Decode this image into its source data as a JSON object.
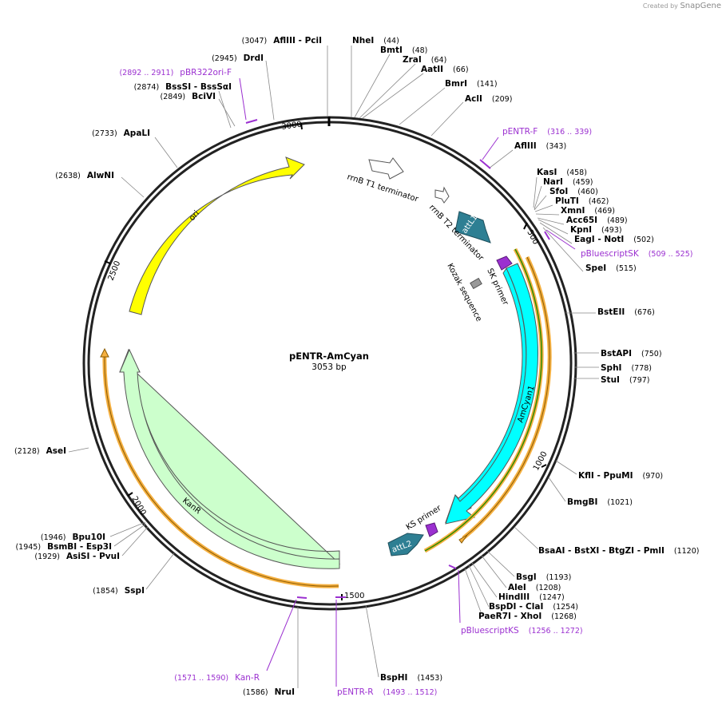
{
  "credit": {
    "prefix": "Created by",
    "brand": "SnapGene"
  },
  "plasmid": {
    "name": "pENTR-AmCyan",
    "size_label": "3053 bp",
    "length": 3053
  },
  "ticks": [
    {
      "pos": 500,
      "label": "500"
    },
    {
      "pos": 1000,
      "label": "1000"
    },
    {
      "pos": 1500,
      "label": "1500"
    },
    {
      "pos": 2000,
      "label": "2000"
    },
    {
      "pos": 2500,
      "label": "2500"
    },
    {
      "pos": 3000,
      "label": "3000"
    }
  ],
  "enzymes_right": [
    {
      "name": "NheI",
      "pos": "(44)"
    },
    {
      "name": "BmtI",
      "pos": "(48)"
    },
    {
      "name": "ZraI",
      "pos": "(64)"
    },
    {
      "name": "AatII",
      "pos": "(66)"
    },
    {
      "name": "BmrI",
      "pos": "(141)"
    },
    {
      "name": "AclI",
      "pos": "(209)"
    },
    {
      "name": "AflIII",
      "pos": "(343)"
    },
    {
      "name": "KasI",
      "pos": "(458)"
    },
    {
      "name": "NarI",
      "pos": "(459)"
    },
    {
      "name": "SfoI",
      "pos": "(460)"
    },
    {
      "name": "PluTI",
      "pos": "(462)"
    },
    {
      "name": "XmnI",
      "pos": "(469)"
    },
    {
      "name": "Acc65I",
      "pos": "(489)"
    },
    {
      "name": "KpnI",
      "pos": "(493)"
    },
    {
      "name": "EagI  - NotI",
      "pos": "(502)"
    },
    {
      "name": "SpeI",
      "pos": "(515)"
    },
    {
      "name": "BstEII",
      "pos": "(676)"
    },
    {
      "name": "BstAPI",
      "pos": "(750)"
    },
    {
      "name": "SphI",
      "pos": "(778)"
    },
    {
      "name": "StuI",
      "pos": "(797)"
    },
    {
      "name": "KflI  - PpuMI",
      "pos": "(970)"
    },
    {
      "name": "BmgBI",
      "pos": "(1021)"
    },
    {
      "name": "BsaAI  - BstXI  - BtgZI  - PmlI",
      "pos": "(1120)"
    },
    {
      "name": "BsgI",
      "pos": "(1193)"
    },
    {
      "name": "AleI",
      "pos": "(1208)"
    },
    {
      "name": "HindIII",
      "pos": "(1247)"
    },
    {
      "name": "BspDI  - ClaI",
      "pos": "(1254)"
    },
    {
      "name": "PaeR7I  - XhoI",
      "pos": "(1268)"
    },
    {
      "name": "BspHI",
      "pos": "(1453)"
    }
  ],
  "enzymes_left": [
    {
      "name": "AflIII  - PciI",
      "pos": "(3047)"
    },
    {
      "name": "DrdI",
      "pos": "(2945)"
    },
    {
      "name": "BssSI  - BssSαI",
      "pos": "(2874)"
    },
    {
      "name": "BciVI",
      "pos": "(2849)"
    },
    {
      "name": "ApaLI",
      "pos": "(2733)"
    },
    {
      "name": "AlwNI",
      "pos": "(2638)"
    },
    {
      "name": "AseI",
      "pos": "(2128)"
    },
    {
      "name": "Bpu10I",
      "pos": "(1946)"
    },
    {
      "name": "BsmBI  - Esp3I",
      "pos": "(1945)"
    },
    {
      "name": "AsiSI  - PvuI",
      "pos": "(1929)"
    },
    {
      "name": "SspI",
      "pos": "(1854)"
    },
    {
      "name": "NruI",
      "pos": "(1586)"
    }
  ],
  "primers": [
    {
      "name": "pBR322ori-F",
      "range": "(2892 .. 2911)"
    },
    {
      "name": "pENTR-F",
      "range": "(316 .. 339)"
    },
    {
      "name": "pBluescriptSK",
      "range": "(509 .. 525)"
    },
    {
      "name": "pBluescriptKS",
      "range": "(1256 .. 1272)"
    },
    {
      "name": "Kan-R",
      "range": "(1571 .. 1590)"
    },
    {
      "name": "pENTR-R",
      "range": "(1493 .. 1512)"
    }
  ],
  "features": {
    "rrnB_T1": "rrnB T1 terminator",
    "rrnB_T2": "rrnB T2 terminator",
    "attL1": "attL1",
    "attL2": "attL2",
    "sk_primer": "SK primer",
    "ks_primer": "KS primer",
    "kozak": "Kozak sequence",
    "amcyan": "AmCyan1",
    "kanr": "KanR",
    "ori": "ori"
  },
  "colors": {
    "ori": "#ffff00",
    "amcyan": "#00ffff",
    "kanr": "#ccffcc",
    "att": "#2e7f93",
    "orf_orange": "#f5b041",
    "orf_green": "#2e8b00",
    "primer": "#9b30d0"
  }
}
